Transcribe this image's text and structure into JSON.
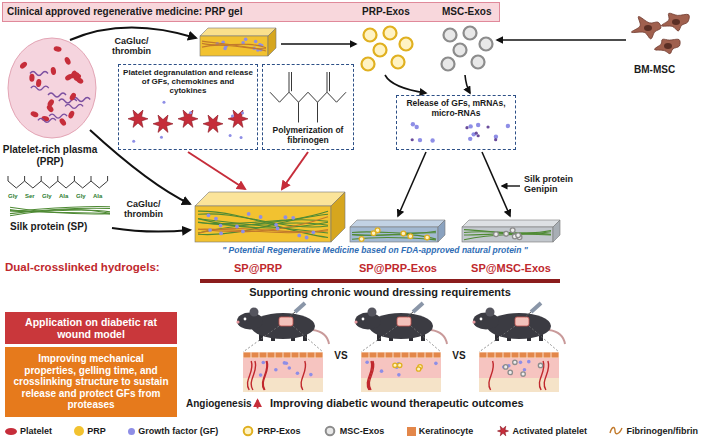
{
  "diagram": {
    "nodes": [
      {
        "text": [
          "Clinical approved regenerative medicine: PRP gel",
          "PRP-Exos",
          "MSC-Exos"
        ]
      },
      {
        "text": [
          "Platelet degranulation and release of GFs, chemokines and cytokines"
        ]
      },
      {
        "text": [
          "Polymerization of fibrinogen"
        ]
      },
      {
        "text": [
          "Release of GFs, mRNAs, micro-RNAs"
        ]
      },
      {
        "text": [
          "Application on diabetic rat wound model"
        ]
      },
      {
        "text": [
          "Improving mechanical properties, gelling time, and crosslinking structure to sustain release and protect GFs from proteases"
        ]
      }
    ],
    "labels": [
      "CaGluc/ thrombin",
      "Platelet-rich plasma (PRP)",
      "Gly",
      "Ser",
      "Gly",
      "Ala",
      "Gly",
      "Ala",
      "Silk protein (SP)",
      "CaGluc/ thrombin",
      "BM-MSC",
      "Silk protein Genipin",
      "\" Potential Regenerative Medicine based on FDA-approved natural protein \"",
      "Dual-crosslinked hydrogels:",
      "SP@PRP",
      "SP@PRP-Exos",
      "SP@MSC-Exos",
      "Supporting chronic wound dressing requirements",
      "VS",
      "VS",
      "Angiogenesis",
      "Improving diabetic wound therapeutic outcomes"
    ],
    "legend": [
      {
        "text": "Platelet",
        "color": "#c62d3a"
      },
      {
        "text": "PRP",
        "color": "#f2c230"
      },
      {
        "text": "Growth factor (GF)",
        "color": "#8e8ee6"
      },
      {
        "text": "PRP-Exos"
      },
      {
        "text": "MSC-Exos"
      },
      {
        "text": "Keratinocyte",
        "color": "#e3874a"
      },
      {
        "text": "Activated platelet"
      },
      {
        "text": "Fibrinogen/fibrin"
      }
    ]
  }
}
